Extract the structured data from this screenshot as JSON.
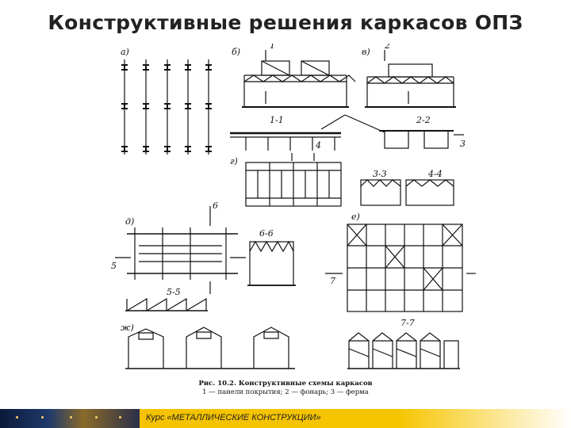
{
  "slide": {
    "title": "Конструктивные решения каркасов ОПЗ"
  },
  "figure": {
    "panel_labels": {
      "a": "а)",
      "b": "б)",
      "v": "в)",
      "g": "г)",
      "d": "д)",
      "e": "е)",
      "zh": "ж)"
    },
    "section_labels": {
      "s11": "1-1",
      "s22": "2-2",
      "s33": "3-3",
      "s44": "4-4",
      "s55": "5-5",
      "s66": "6-6",
      "s77": "7-7"
    },
    "marker_numbers": [
      "1",
      "2",
      "3",
      "4",
      "5",
      "6",
      "7"
    ]
  },
  "caption": {
    "title": "Рис. 10.2. Конструктивные схемы каркасов",
    "legend": "1 — панели покрытия; 2 — фонарь; 3 — ферма"
  },
  "footer": {
    "course": "Курс «МЕТАЛЛИЧЕСКИЕ КОНСТРУКЦИИ»"
  },
  "colors": {
    "accent_band": "#f4c200",
    "line": "#111111"
  }
}
